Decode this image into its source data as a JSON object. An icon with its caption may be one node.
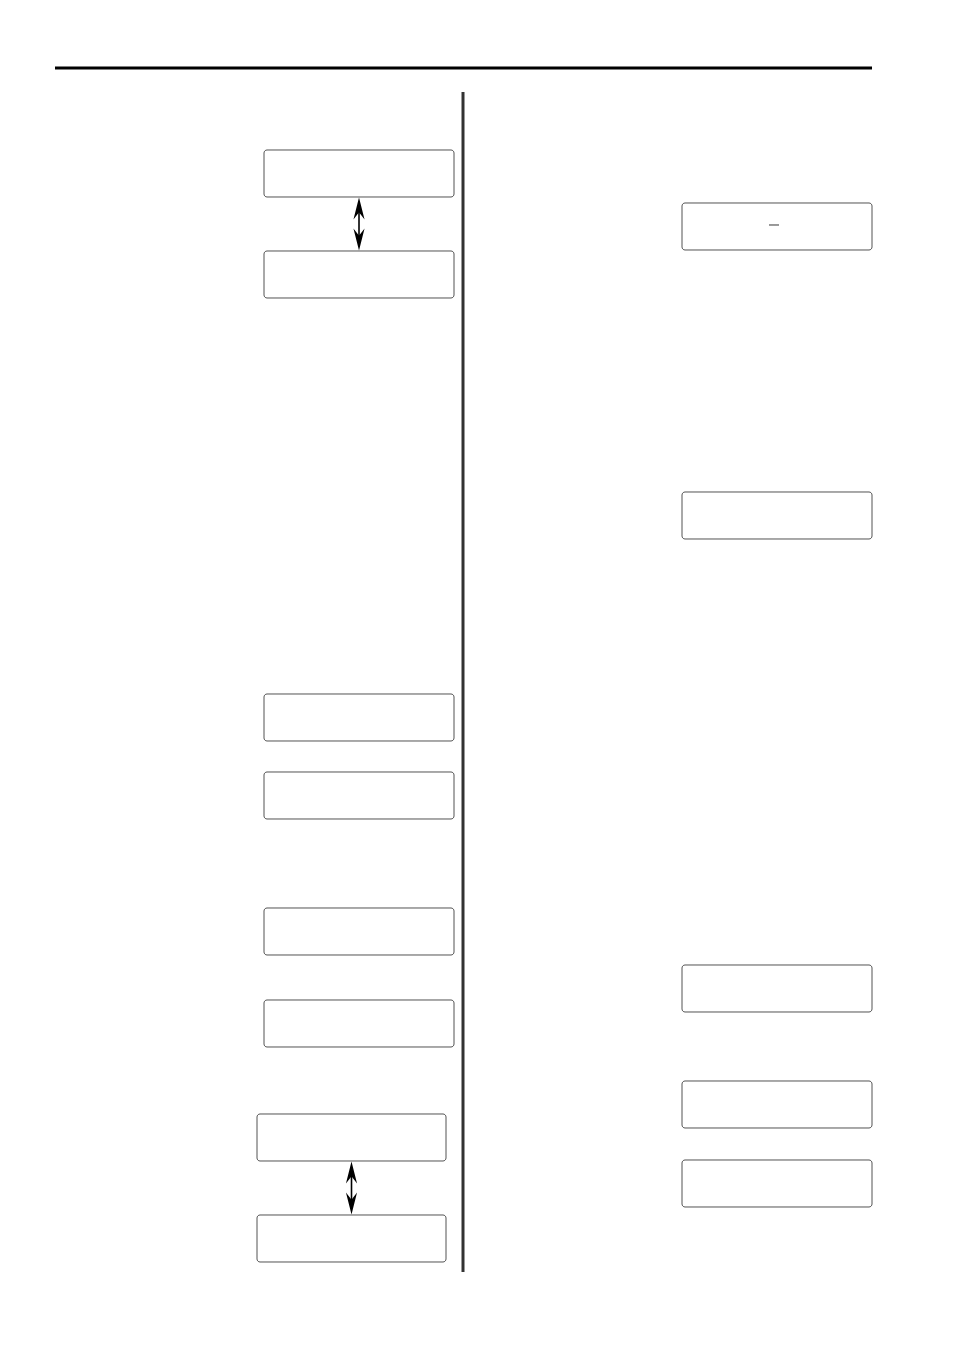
{
  "diagram": {
    "nodes": [
      {
        "text": [],
        "shape": "box"
      },
      {
        "text": [],
        "shape": "box"
      },
      {
        "text": [],
        "shape": "box"
      },
      {
        "text": [],
        "shape": "box"
      },
      {
        "text": [],
        "shape": "box"
      },
      {
        "text": [],
        "shape": "box"
      },
      {
        "text": [],
        "shape": "box"
      },
      {
        "text": [],
        "shape": "box"
      },
      {
        "text": [],
        "shape": "box"
      },
      {
        "text": [],
        "shape": "box"
      },
      {
        "text": [],
        "shape": "box"
      },
      {
        "text": [],
        "shape": "box"
      },
      {
        "text": [],
        "shape": "box"
      }
    ],
    "edges": [
      {
        "from": 0,
        "to": 1,
        "arrow": "both"
      },
      {
        "from": 6,
        "to": 7,
        "arrow": "both"
      }
    ]
  }
}
